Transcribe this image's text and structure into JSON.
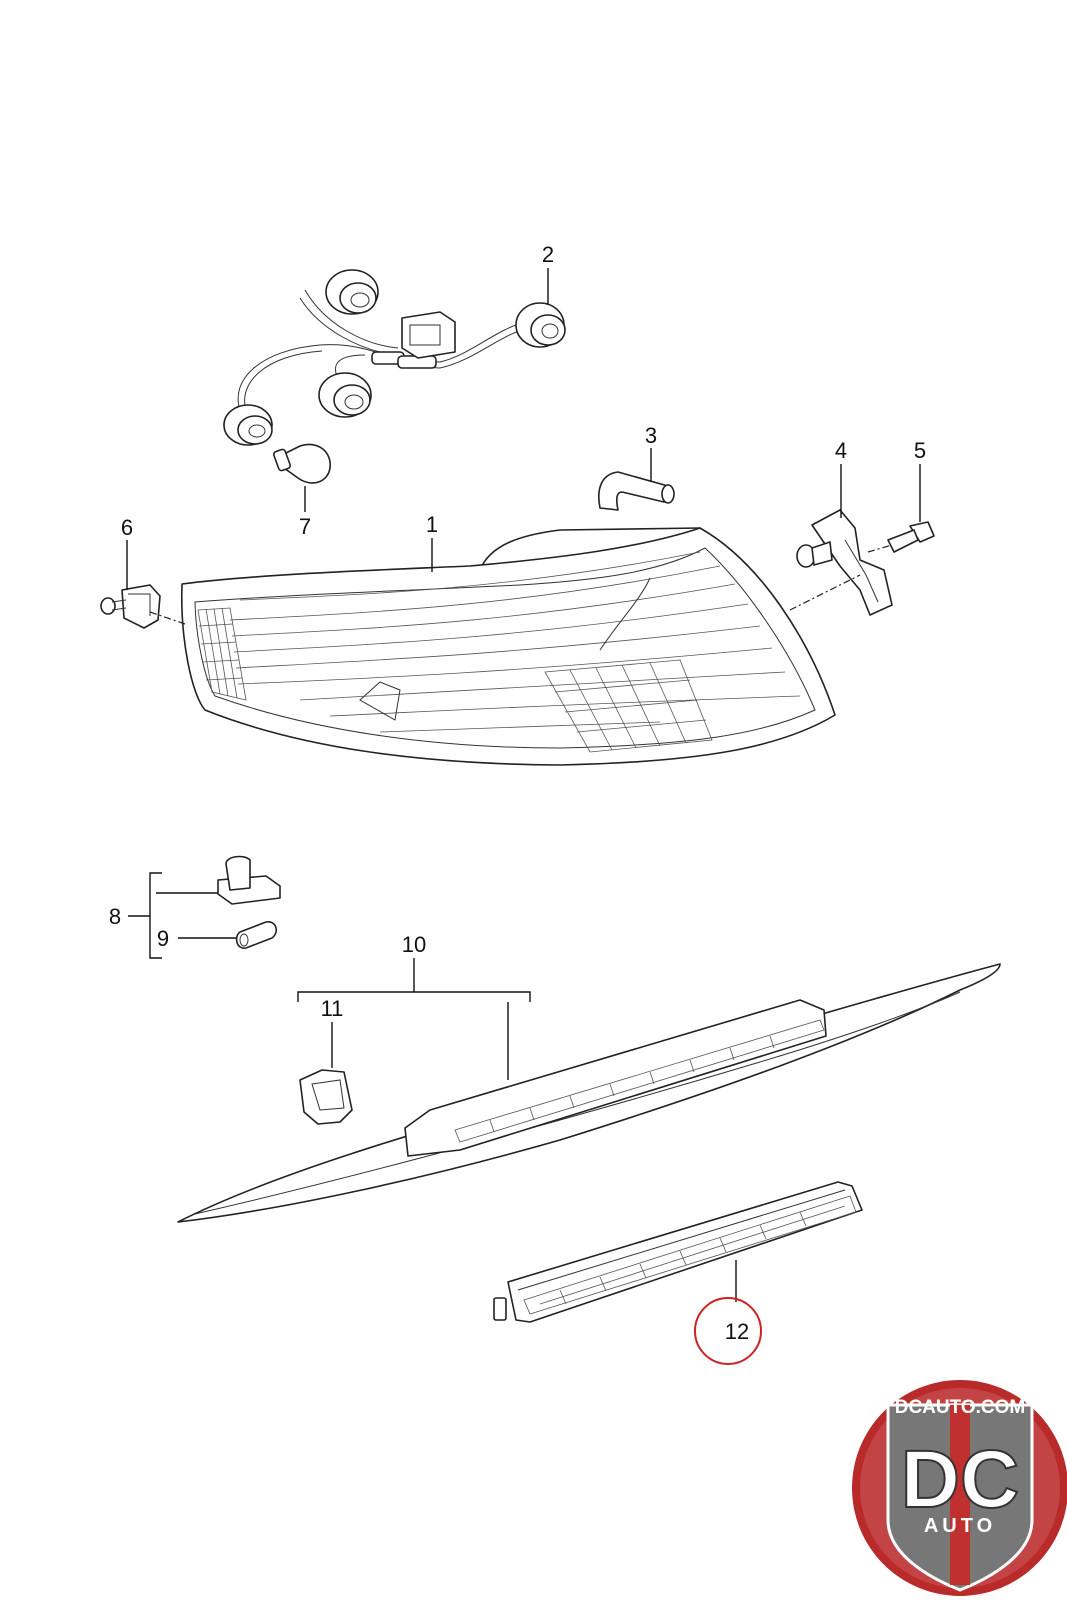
{
  "callouts": {
    "c1": "1",
    "c2": "2",
    "c3": "3",
    "c4": "4",
    "c5": "5",
    "c6": "6",
    "c7": "7",
    "c8": "8",
    "c9": "9",
    "c10": "10",
    "c11": "11",
    "c12": "12"
  },
  "highlight": {
    "callout": "12",
    "color": "#cc2222"
  },
  "logo": {
    "top_text": "DCAUTO.COM",
    "big_text": "DC",
    "sub_text": "AUTO",
    "colors": {
      "ring": "#b92b2b",
      "shield": "#777777",
      "stripe": "#c0302f"
    }
  }
}
